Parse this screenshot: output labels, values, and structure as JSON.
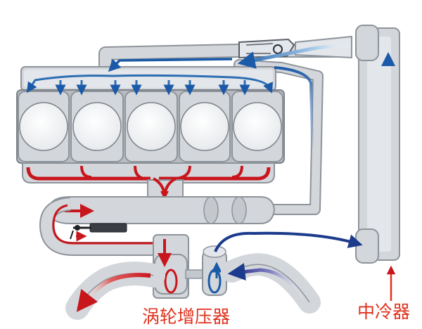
{
  "labels": {
    "turbocharger": "涡轮增压器",
    "intercooler": "中冷器"
  },
  "colors": {
    "hot_exhaust": "#c8161d",
    "cold_air": "#1a5aa8",
    "pipe_fill": "#d3d6da",
    "pipe_edge": "#8e949b",
    "label": "#e0311c"
  },
  "components": {
    "cylinder_count": 5
  }
}
